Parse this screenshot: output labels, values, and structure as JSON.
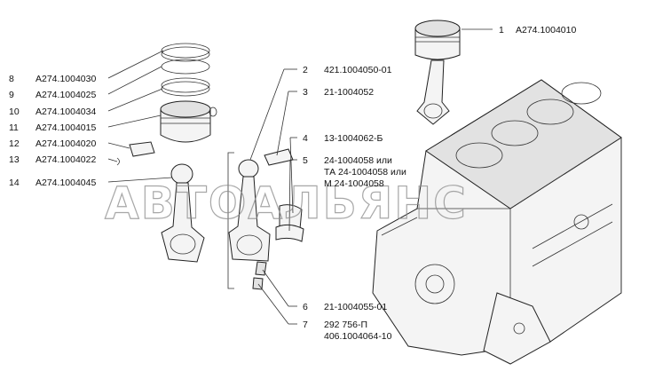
{
  "watermark": "АВТОАЛЬЯНС",
  "callouts": [
    {
      "num": "1",
      "code": "A274.1004010"
    },
    {
      "num": "2",
      "code": "421.1004050-01"
    },
    {
      "num": "3",
      "code": "21-1004052"
    },
    {
      "num": "4",
      "code": "13-1004062-Б"
    },
    {
      "num": "5",
      "code": "24-1004058 или",
      "code2": "ТА 24-1004058 или",
      "code3": "М 24-1004058"
    },
    {
      "num": "6",
      "code": "21-1004055-01"
    },
    {
      "num": "7",
      "code": "292 756-П",
      "code2": "406.1004064-10"
    },
    {
      "num": "8",
      "code": "A274.1004030"
    },
    {
      "num": "9",
      "code": "A274.1004025"
    },
    {
      "num": "10",
      "code": "A274.1004034"
    },
    {
      "num": "11",
      "code": "A274.1004015"
    },
    {
      "num": "12",
      "code": "A274.1004020"
    },
    {
      "num": "13",
      "code": "A274.1004022"
    },
    {
      "num": "14",
      "code": "A274.1004045"
    }
  ]
}
